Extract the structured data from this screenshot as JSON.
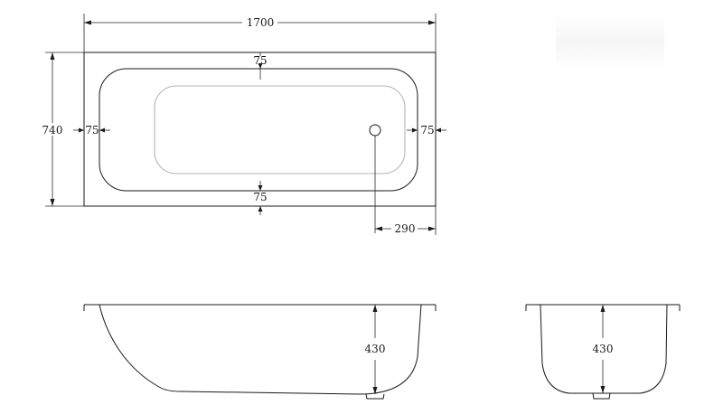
{
  "dimensions": {
    "overall_length": "1700",
    "overall_width": "740",
    "rim_top": "75",
    "rim_bottom": "75",
    "rim_left": "75",
    "rim_right": "75",
    "waste_offset": "290",
    "side_depth": "430",
    "end_depth": "430"
  },
  "colors": {
    "line": "#1a1a1a",
    "inner_outline": "#9a9a9a",
    "background": "#ffffff"
  }
}
